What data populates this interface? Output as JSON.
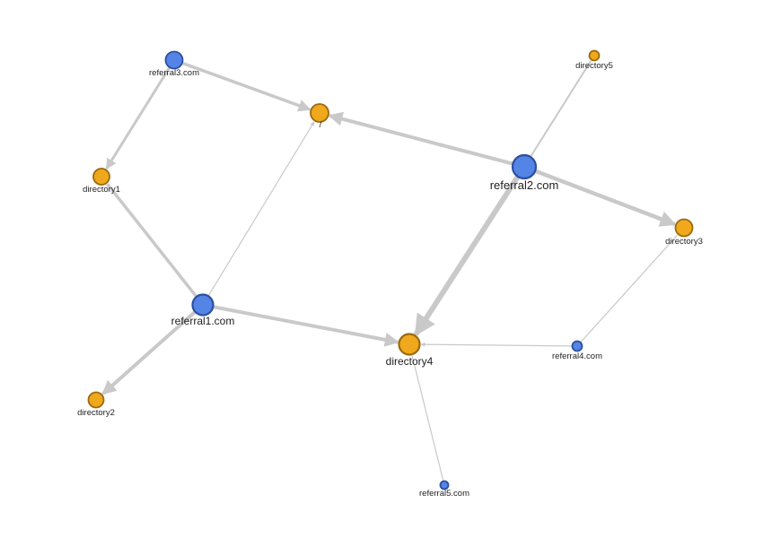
{
  "colors": {
    "referrer_fill": "#5384e6",
    "referrer_stroke": "#2d4f9e",
    "page_fill": "#f0a81c",
    "page_stroke": "#9a6a0e",
    "edge": "#c9c9c9"
  },
  "nodes": [
    {
      "id": "referral3",
      "label": "referral3.com",
      "kind": "referrer"
    },
    {
      "id": "root",
      "label": "/",
      "kind": "page"
    },
    {
      "id": "directory5",
      "label": "directory5",
      "kind": "page"
    },
    {
      "id": "referral2",
      "label": "referral2.com",
      "kind": "referrer"
    },
    {
      "id": "directory1",
      "label": "directory1",
      "kind": "page"
    },
    {
      "id": "directory3",
      "label": "directory3",
      "kind": "page"
    },
    {
      "id": "referral1",
      "label": "referral1.com",
      "kind": "referrer"
    },
    {
      "id": "directory4",
      "label": "directory4",
      "kind": "page"
    },
    {
      "id": "referral4",
      "label": "referral4.com",
      "kind": "referrer"
    },
    {
      "id": "directory2",
      "label": "directory2",
      "kind": "page"
    },
    {
      "id": "referral5",
      "label": "referral5.com",
      "kind": "referrer"
    }
  ],
  "edges": [
    {
      "from": "referral3",
      "to": "root"
    },
    {
      "from": "referral3",
      "to": "directory1"
    },
    {
      "from": "referral2",
      "to": "root"
    },
    {
      "from": "referral2",
      "to": "directory5"
    },
    {
      "from": "referral2",
      "to": "directory3"
    },
    {
      "from": "referral2",
      "to": "directory4"
    },
    {
      "from": "referral1",
      "to": "directory1"
    },
    {
      "from": "referral1",
      "to": "root"
    },
    {
      "from": "referral1",
      "to": "directory4"
    },
    {
      "from": "referral1",
      "to": "directory2"
    },
    {
      "from": "referral4",
      "to": "directory4"
    },
    {
      "from": "referral4",
      "to": "directory3"
    },
    {
      "from": "referral5",
      "to": "directory4"
    }
  ]
}
